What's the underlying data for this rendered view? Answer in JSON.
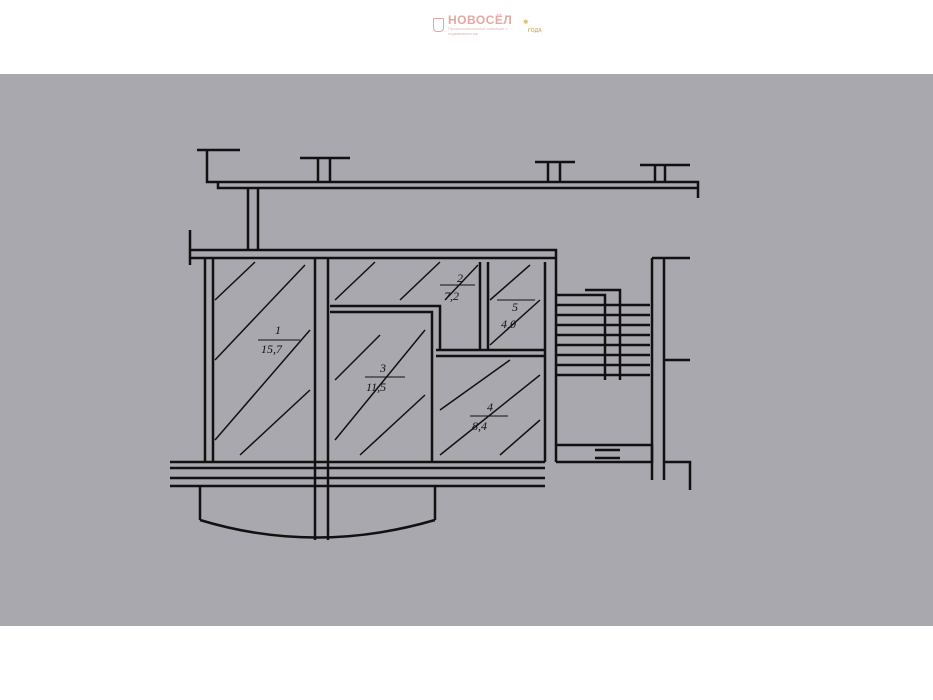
{
  "logo": {
    "name": "НОВОСЁЛ",
    "tagline": "Профессиональные операции с недвижимостью",
    "award": "ГОДА"
  },
  "rooms": [
    {
      "number": "1",
      "area": "15,7"
    },
    {
      "number": "2",
      "area": "7,2"
    },
    {
      "number": "3",
      "area": "11,5"
    },
    {
      "number": "4",
      "area": "8,4"
    },
    {
      "number": "5",
      "area": "4,0"
    }
  ],
  "colors": {
    "background": "#a9a8ae",
    "logo": "#e2a8a4"
  }
}
